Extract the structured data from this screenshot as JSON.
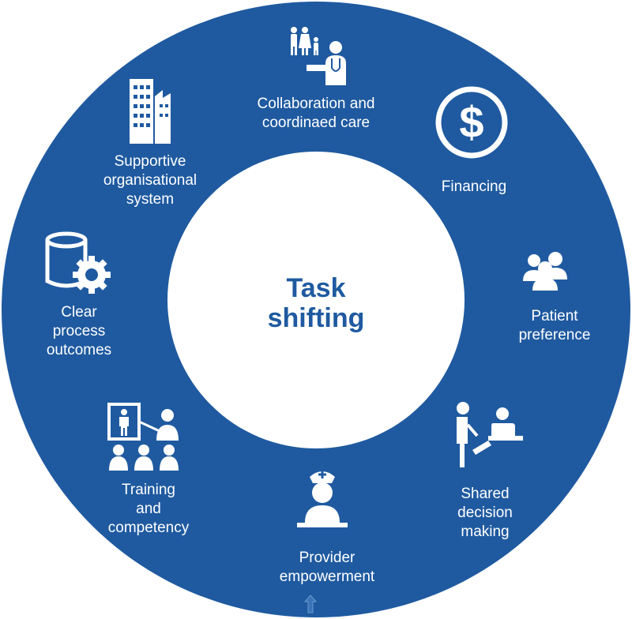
{
  "center": {
    "line1": "Task",
    "line2": "shifting"
  },
  "segments": [
    {
      "id": "collaboration",
      "lines": [
        "Collaboration and",
        "coordinaed care"
      ],
      "icon": "family-doctor-icon"
    },
    {
      "id": "financing",
      "lines": [
        "Financing"
      ],
      "icon": "dollar-icon"
    },
    {
      "id": "patient",
      "lines": [
        "Patient",
        "preference"
      ],
      "icon": "people-group-icon"
    },
    {
      "id": "shared",
      "lines": [
        "Shared",
        "decision",
        "making"
      ],
      "icon": "doctor-patient-icon"
    },
    {
      "id": "provider",
      "lines": [
        "Provider",
        "empowerment"
      ],
      "icon": "nurse-icon"
    },
    {
      "id": "training",
      "lines": [
        "Training",
        "and",
        "competency"
      ],
      "icon": "training-presentation-icon"
    },
    {
      "id": "process",
      "lines": [
        "Clear",
        "process",
        "outcomes"
      ],
      "icon": "database-gear-icon"
    },
    {
      "id": "supportive",
      "lines": [
        "Supportive",
        "organisational",
        "system"
      ],
      "icon": "buildings-icon"
    }
  ],
  "colors": {
    "ring": "#1f5aa0",
    "text": "#ffffff",
    "center_text": "#1f5aa0"
  }
}
